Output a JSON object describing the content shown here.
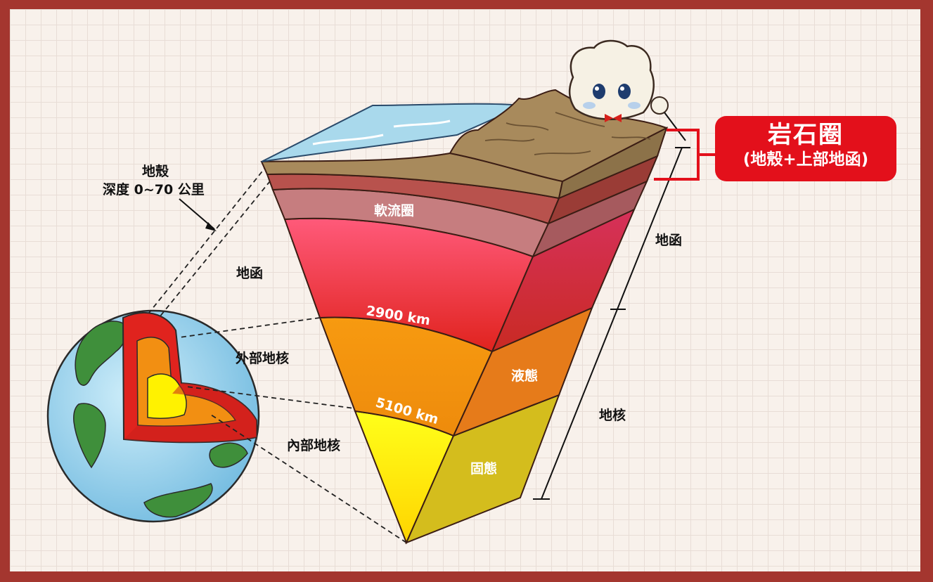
{
  "labels": {
    "crust_title": "地殼",
    "crust_depth": "深度 0~70 公里",
    "mantle_left": "地函",
    "outer_core": "外部地核",
    "inner_core": "內部地核",
    "asthenosphere": "軟流圈",
    "depth_2900": "2900 km",
    "depth_5100": "5100 km",
    "liquid": "液態",
    "solid": "固態",
    "mantle_right": "地函",
    "core_right": "地核"
  },
  "callout": {
    "title": "岩石圈",
    "subtitle": "(地殼+上部地函)"
  },
  "colors": {
    "border": "#a4362f",
    "background": "#f8f1eb",
    "callout_red": "#e3101b",
    "ocean": "#a9d9ec",
    "crust_brown": "#a88a5c",
    "lithosphere": "#b8524d",
    "asthenosphere": "#c67d7f",
    "mantle": "#e8355a",
    "outer_core": "#f28f12",
    "inner_core": "#fff200"
  }
}
